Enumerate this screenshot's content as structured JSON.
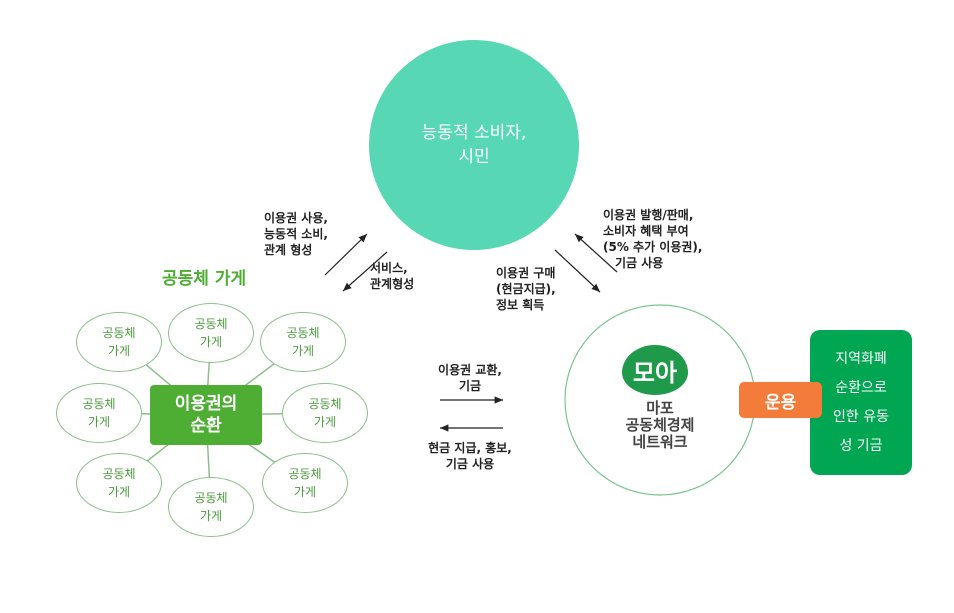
{
  "consumer": {
    "label_line1": "능동적 소비자,",
    "label_line2": "시민"
  },
  "left_arrows": {
    "up_label": [
      "이용권 사용,",
      "능동적 소비,",
      "관계 형성"
    ],
    "down_label": [
      "서비스,",
      "관계형성"
    ]
  },
  "right_arrows": {
    "down_label": [
      "이용권 구매",
      "(현금지급),",
      "정보 획득"
    ],
    "up_label": [
      "이용권 발행/판매,",
      "소비자 혜택 부여",
      "(5% 추가 이용권),",
      "기금 사용"
    ]
  },
  "middle_arrows": {
    "right_label": [
      "이용권 교환,",
      "기금"
    ],
    "left_label": [
      "현금 지급, 홍보,",
      "기금 사용"
    ]
  },
  "stores": {
    "title": "공동체 가게",
    "center_label": [
      "이용권의",
      "순환"
    ],
    "items": [
      "공동체 가게",
      "공동체 가게",
      "공동체 가게",
      "공동체 가게",
      "공동체 가게",
      "공동체 가게",
      "공동체 가게",
      "공동체 가게"
    ]
  },
  "network": {
    "logo_text": "모아",
    "name_lines": [
      "마포",
      "공동체경제",
      "네트워크"
    ]
  },
  "operation": {
    "label": "운용"
  },
  "fund": {
    "lines": [
      "지역화폐",
      "순환으로",
      "인한 유동",
      "성 기금"
    ]
  },
  "colors": {
    "consumer": "#57d7b4",
    "store_green": "#4eae33",
    "fund_green": "#00a651",
    "operation_orange": "#f47c3a"
  }
}
